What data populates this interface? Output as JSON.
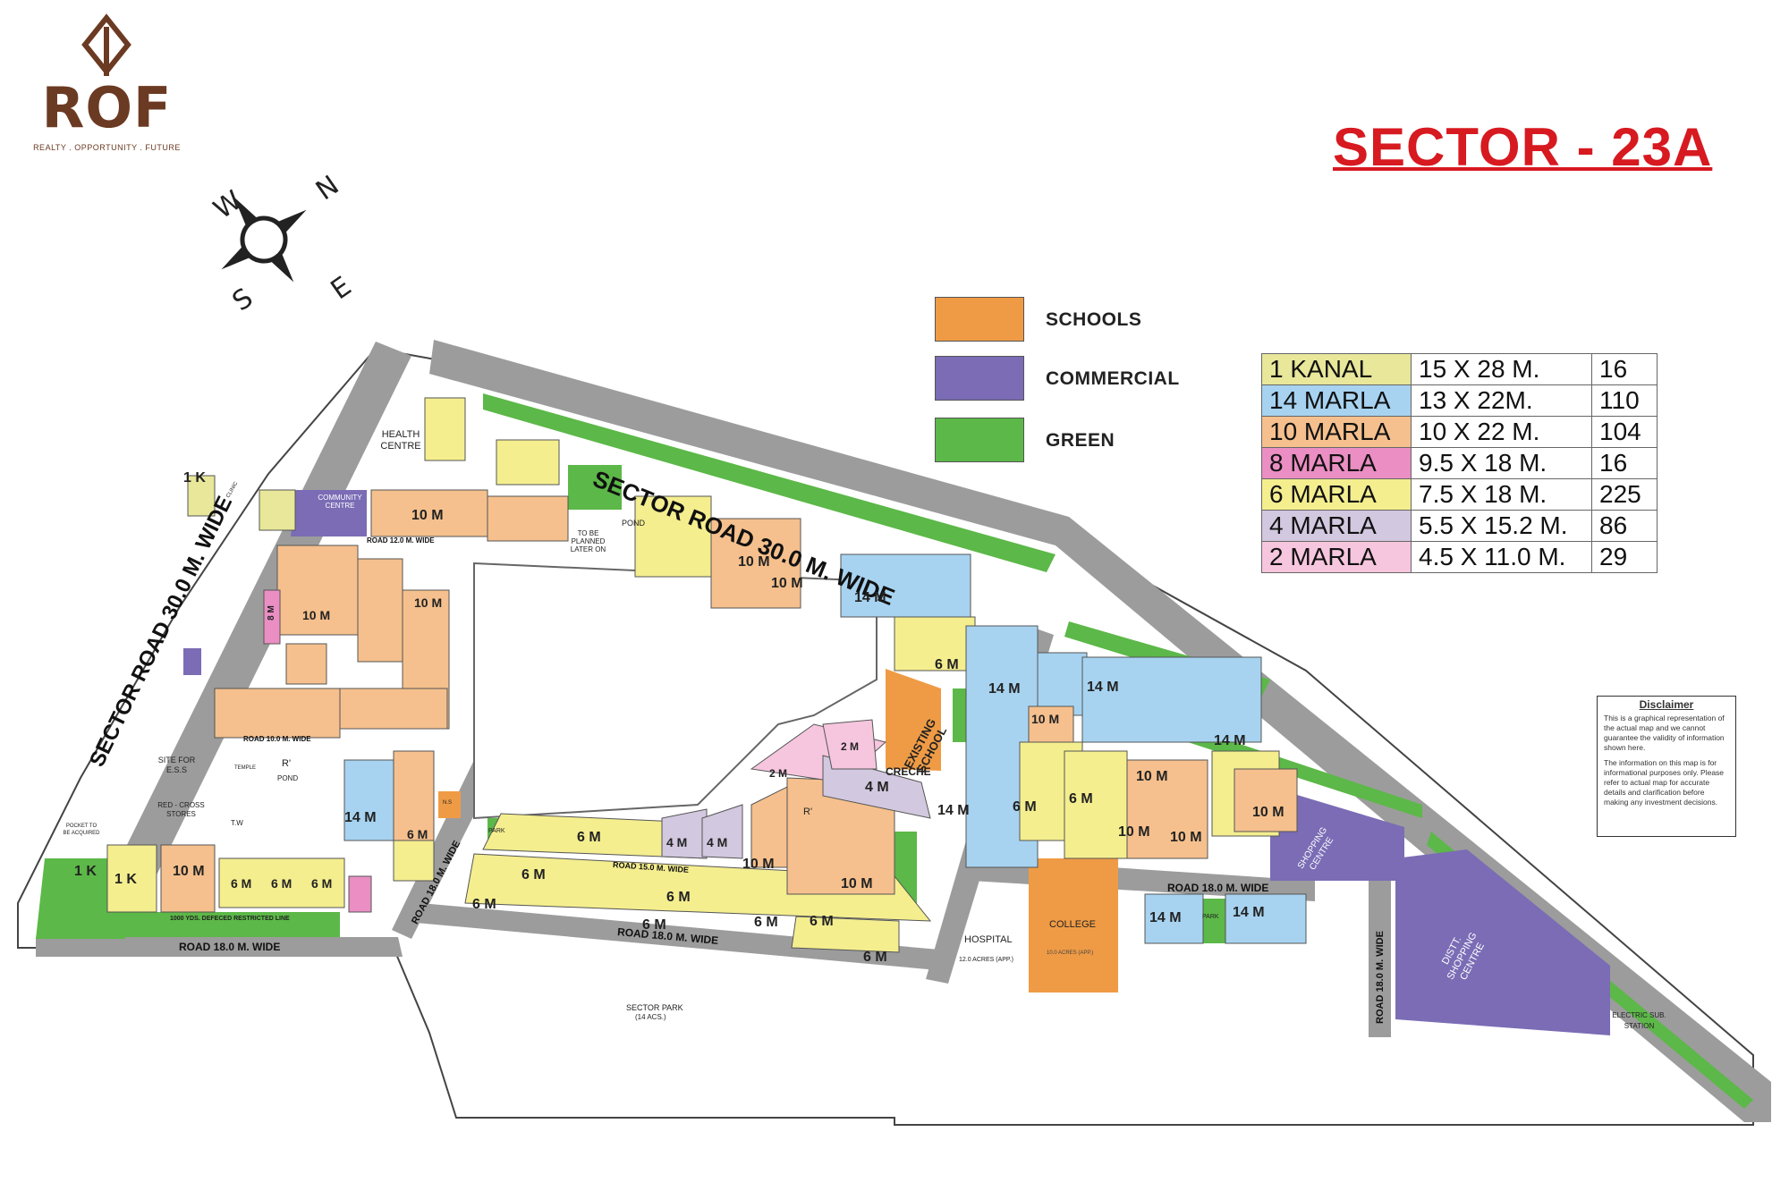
{
  "logo": {
    "name": "ROF",
    "tagline": "REALTY . OPPORTUNITY . FUTURE"
  },
  "title": "SECTOR - 23A",
  "compass": {
    "n": "N",
    "e": "E",
    "s": "S",
    "w": "W"
  },
  "colors": {
    "schools": "#ef9b45",
    "commercial": "#7b6cb5",
    "green": "#5cb848",
    "road": "#9c9c9c",
    "title": "#d71920"
  },
  "legend": [
    {
      "label": "SCHOOLS",
      "color": "#ef9b45"
    },
    {
      "label": "COMMERCIAL",
      "color": "#7b6cb5"
    },
    {
      "label": "GREEN",
      "color": "#5cb848"
    }
  ],
  "plot_table": [
    {
      "type": "1 KANAL",
      "size": "15 X 28 M.",
      "count": "16",
      "color": "#e8e79a"
    },
    {
      "type": "14 MARLA",
      "size": "13 X 22M.",
      "count": "110",
      "color": "#a7d3f0"
    },
    {
      "type": "10 MARLA",
      "size": "10 X 22 M.",
      "count": "104",
      "color": "#f5c08d"
    },
    {
      "type": "8 MARLA",
      "size": "9.5 X 18 M.",
      "count": "16",
      "color": "#ea8ec3"
    },
    {
      "type": "6 MARLA",
      "size": "7.5 X 18 M.",
      "count": "225",
      "color": "#f4ee8f"
    },
    {
      "type": "4 MARLA",
      "size": "5.5 X 15.2 M.",
      "count": "86",
      "color": "#d2c8df"
    },
    {
      "type": "2 MARLA",
      "size": "4.5 X 11.0 M.",
      "count": "29",
      "color": "#f6c6de"
    }
  ],
  "disclaimer": {
    "heading": "Disclaimer",
    "p1": "This is a graphical representation of the actual map and we cannot guarantee the validity of information shown here.",
    "p2": "The information on this map is for informational purposes only. Please refer to actual map for accurate details and clarification before making any investment decisions."
  },
  "roads": {
    "sector_road_north": "SECTOR ROAD 30.0 M. WIDE",
    "sector_road_west": "SECTOR ROAD 30.0 M. WIDE",
    "road_18_south": "ROAD 18.0 M. WIDE",
    "road_18_mid": "ROAD 18.0 M. WIDE",
    "road_18_east": "ROAD 18.0 M. WIDE",
    "road_18_diag": "ROAD 18.0 M. WIDE",
    "road_18_vert": "ROAD 18.0 M. WIDE",
    "road_15": "ROAD 15.0 M. WIDE",
    "road_12": "ROAD 12.0 M. WIDE",
    "road_10": "ROAD 10.0 M. WIDE"
  },
  "places": {
    "health_centre": "HEALTH CENTRE",
    "community_centre": "COMMUNITY CENTRE",
    "pond": "POND",
    "to_be_planned": "TO BE PLANNED LATER ON",
    "site_for_ess": "SITE FOR E.S.S",
    "red_cross": "RED - CROSS STORES",
    "temple": "TEMPLE",
    "tw": "T.W",
    "existing_school": "EXISTING SCHOOL",
    "creche": "CRECHE",
    "hospital": "HOSPITAL",
    "hospital_area": "12.0 ACRES (APP.)",
    "college": "COLLEGE",
    "college_area": "10.0 ACRES (APP.)",
    "sector_park": "SECTOR PARK",
    "sector_park_area": "(14 ACS.)",
    "shopping_centre": "SHOPPING CENTRE",
    "distt_shopping": "DISTT. SHOPPING CENTRE",
    "electric": "ELECTRIC SUB. STATION",
    "park": "PARK",
    "clinic": "CLINIC",
    "restricted": "1000 YDS. DEFECED RESTRICTED LINE",
    "pocket": "POCKET TO BE ACQUIRED",
    "r": "R'",
    "ns": "N.S"
  },
  "block_labels": {
    "k1": "1 K",
    "m14": "14 M",
    "m10": "10 M",
    "m8": "8 M",
    "m6": "6 M",
    "m4": "4 M",
    "m2": "2 M"
  }
}
